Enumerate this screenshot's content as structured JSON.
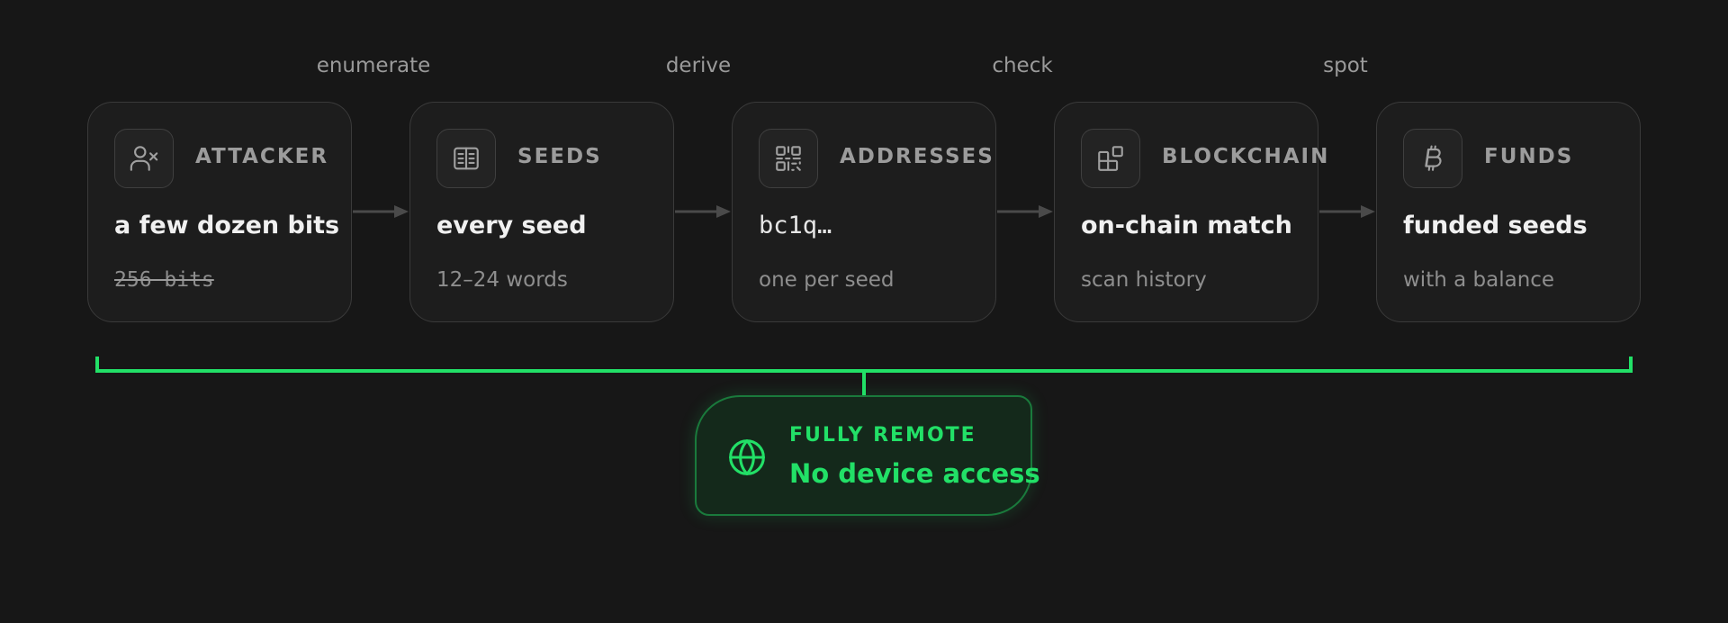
{
  "steps": [
    "enumerate",
    "derive",
    "check",
    "spot"
  ],
  "cards": [
    {
      "kicker": "ATTACKER",
      "headline": "a few dozen bits",
      "sub": "256 bits",
      "icon": "user-x-icon"
    },
    {
      "kicker": "SEEDS",
      "headline": "every seed",
      "sub": "12–24 words",
      "icon": "book-icon"
    },
    {
      "kicker": "ADDRESSES",
      "headline": "bc1q…",
      "sub": "one per seed",
      "icon": "qr-code-icon"
    },
    {
      "kicker": "BLOCKCHAIN",
      "headline": "on-chain match",
      "sub": "scan history",
      "icon": "blocks-icon"
    },
    {
      "kicker": "FUNDS",
      "headline": "funded seeds",
      "sub": "with a balance",
      "icon": "bitcoin-icon"
    }
  ],
  "remote": {
    "kicker": "FULLY REMOTE",
    "title": "No device access",
    "icon": "globe-icon"
  },
  "colors": {
    "background": "#171717",
    "accent_green": "#22e067",
    "card_border": "#3a3a3a",
    "connector": "#4a4a4a"
  }
}
